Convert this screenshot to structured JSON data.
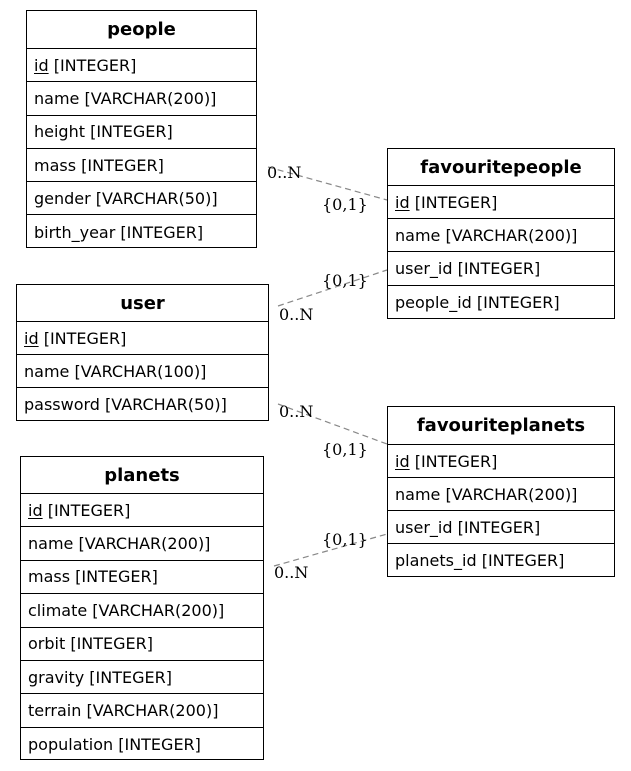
{
  "entities": {
    "people": {
      "name": "people",
      "attributes": [
        {
          "key": "id",
          "type": " [INTEGER]",
          "pk": true
        },
        {
          "key": "name",
          "type": " [VARCHAR(200)]",
          "pk": false
        },
        {
          "key": "height",
          "type": " [INTEGER]",
          "pk": false
        },
        {
          "key": "mass",
          "type": " [INTEGER]",
          "pk": false
        },
        {
          "key": "gender",
          "type": " [VARCHAR(50)]",
          "pk": false
        },
        {
          "key": "birth_year",
          "type": " [INTEGER]",
          "pk": false
        }
      ]
    },
    "user": {
      "name": "user",
      "attributes": [
        {
          "key": "id",
          "type": " [INTEGER]",
          "pk": true
        },
        {
          "key": "name",
          "type": " [VARCHAR(100)]",
          "pk": false
        },
        {
          "key": "password",
          "type": " [VARCHAR(50)]",
          "pk": false
        }
      ]
    },
    "planets": {
      "name": "planets",
      "attributes": [
        {
          "key": "id",
          "type": " [INTEGER]",
          "pk": true
        },
        {
          "key": "name",
          "type": " [VARCHAR(200)]",
          "pk": false
        },
        {
          "key": "mass",
          "type": " [INTEGER]",
          "pk": false
        },
        {
          "key": "climate",
          "type": " [VARCHAR(200)]",
          "pk": false
        },
        {
          "key": "orbit",
          "type": " [INTEGER]",
          "pk": false
        },
        {
          "key": "gravity",
          "type": " [INTEGER]",
          "pk": false
        },
        {
          "key": "terrain",
          "type": " [VARCHAR(200)]",
          "pk": false
        },
        {
          "key": "population",
          "type": " [INTEGER]",
          "pk": false
        }
      ]
    },
    "favouritepeople": {
      "name": "favouritepeople",
      "attributes": [
        {
          "key": "id",
          "type": " [INTEGER]",
          "pk": true
        },
        {
          "key": "name",
          "type": " [VARCHAR(200)]",
          "pk": false
        },
        {
          "key": "user_id",
          "type": " [INTEGER]",
          "pk": false
        },
        {
          "key": "people_id",
          "type": " [INTEGER]",
          "pk": false
        }
      ]
    },
    "favouriteplanets": {
      "name": "favouriteplanets",
      "attributes": [
        {
          "key": "id",
          "type": " [INTEGER]",
          "pk": true
        },
        {
          "key": "name",
          "type": " [VARCHAR(200)]",
          "pk": false
        },
        {
          "key": "user_id",
          "type": " [INTEGER]",
          "pk": false
        },
        {
          "key": "planets_id",
          "type": " [INTEGER]",
          "pk": false
        }
      ]
    }
  },
  "relationships": [
    {
      "from": "people",
      "to": "favouritepeople",
      "from_card": "0..N",
      "to_card": "{0,1}"
    },
    {
      "from": "user",
      "to": "favouritepeople",
      "from_card": "0..N",
      "to_card": "{0,1}"
    },
    {
      "from": "user",
      "to": "favouriteplanets",
      "from_card": "0..N",
      "to_card": "{0,1}"
    },
    {
      "from": "planets",
      "to": "favouriteplanets",
      "from_card": "0..N",
      "to_card": "{0,1}"
    }
  ],
  "colors": {
    "edge": "#888888",
    "border": "#000000"
  }
}
